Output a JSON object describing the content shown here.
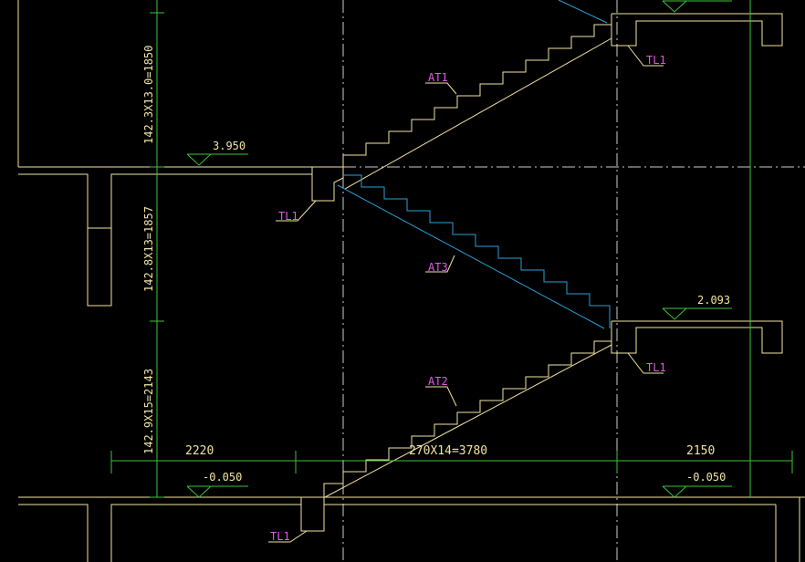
{
  "colors": {
    "background": "#000000",
    "structure": "#f2e3a2",
    "dimension": "#3cc33c",
    "label": "#e05ce0",
    "stair_blue": "#2b9fd8",
    "axis": "#cccccc"
  },
  "elevations": {
    "upper_landing": "3.950",
    "mid_landing": "2.093",
    "ground_left": "-0.050",
    "ground_right": "-0.050"
  },
  "vertical_dims": {
    "upper": "142.3X13.0=1850",
    "middle": "142.8X13=1857",
    "lower": "142.9X15=2143"
  },
  "horizontal_dims": {
    "left": "2220",
    "middle": "270X14=3780",
    "right": "2150"
  },
  "labels": {
    "at1": "AT1",
    "at2": "AT2",
    "at3": "AT3",
    "tl1_top_right": "TL1",
    "tl1_upper_left": "TL1",
    "tl1_mid_right": "TL1",
    "tl1_bottom_left": "TL1"
  },
  "icons": {
    "elevation_marker": "triangle-down-icon"
  }
}
